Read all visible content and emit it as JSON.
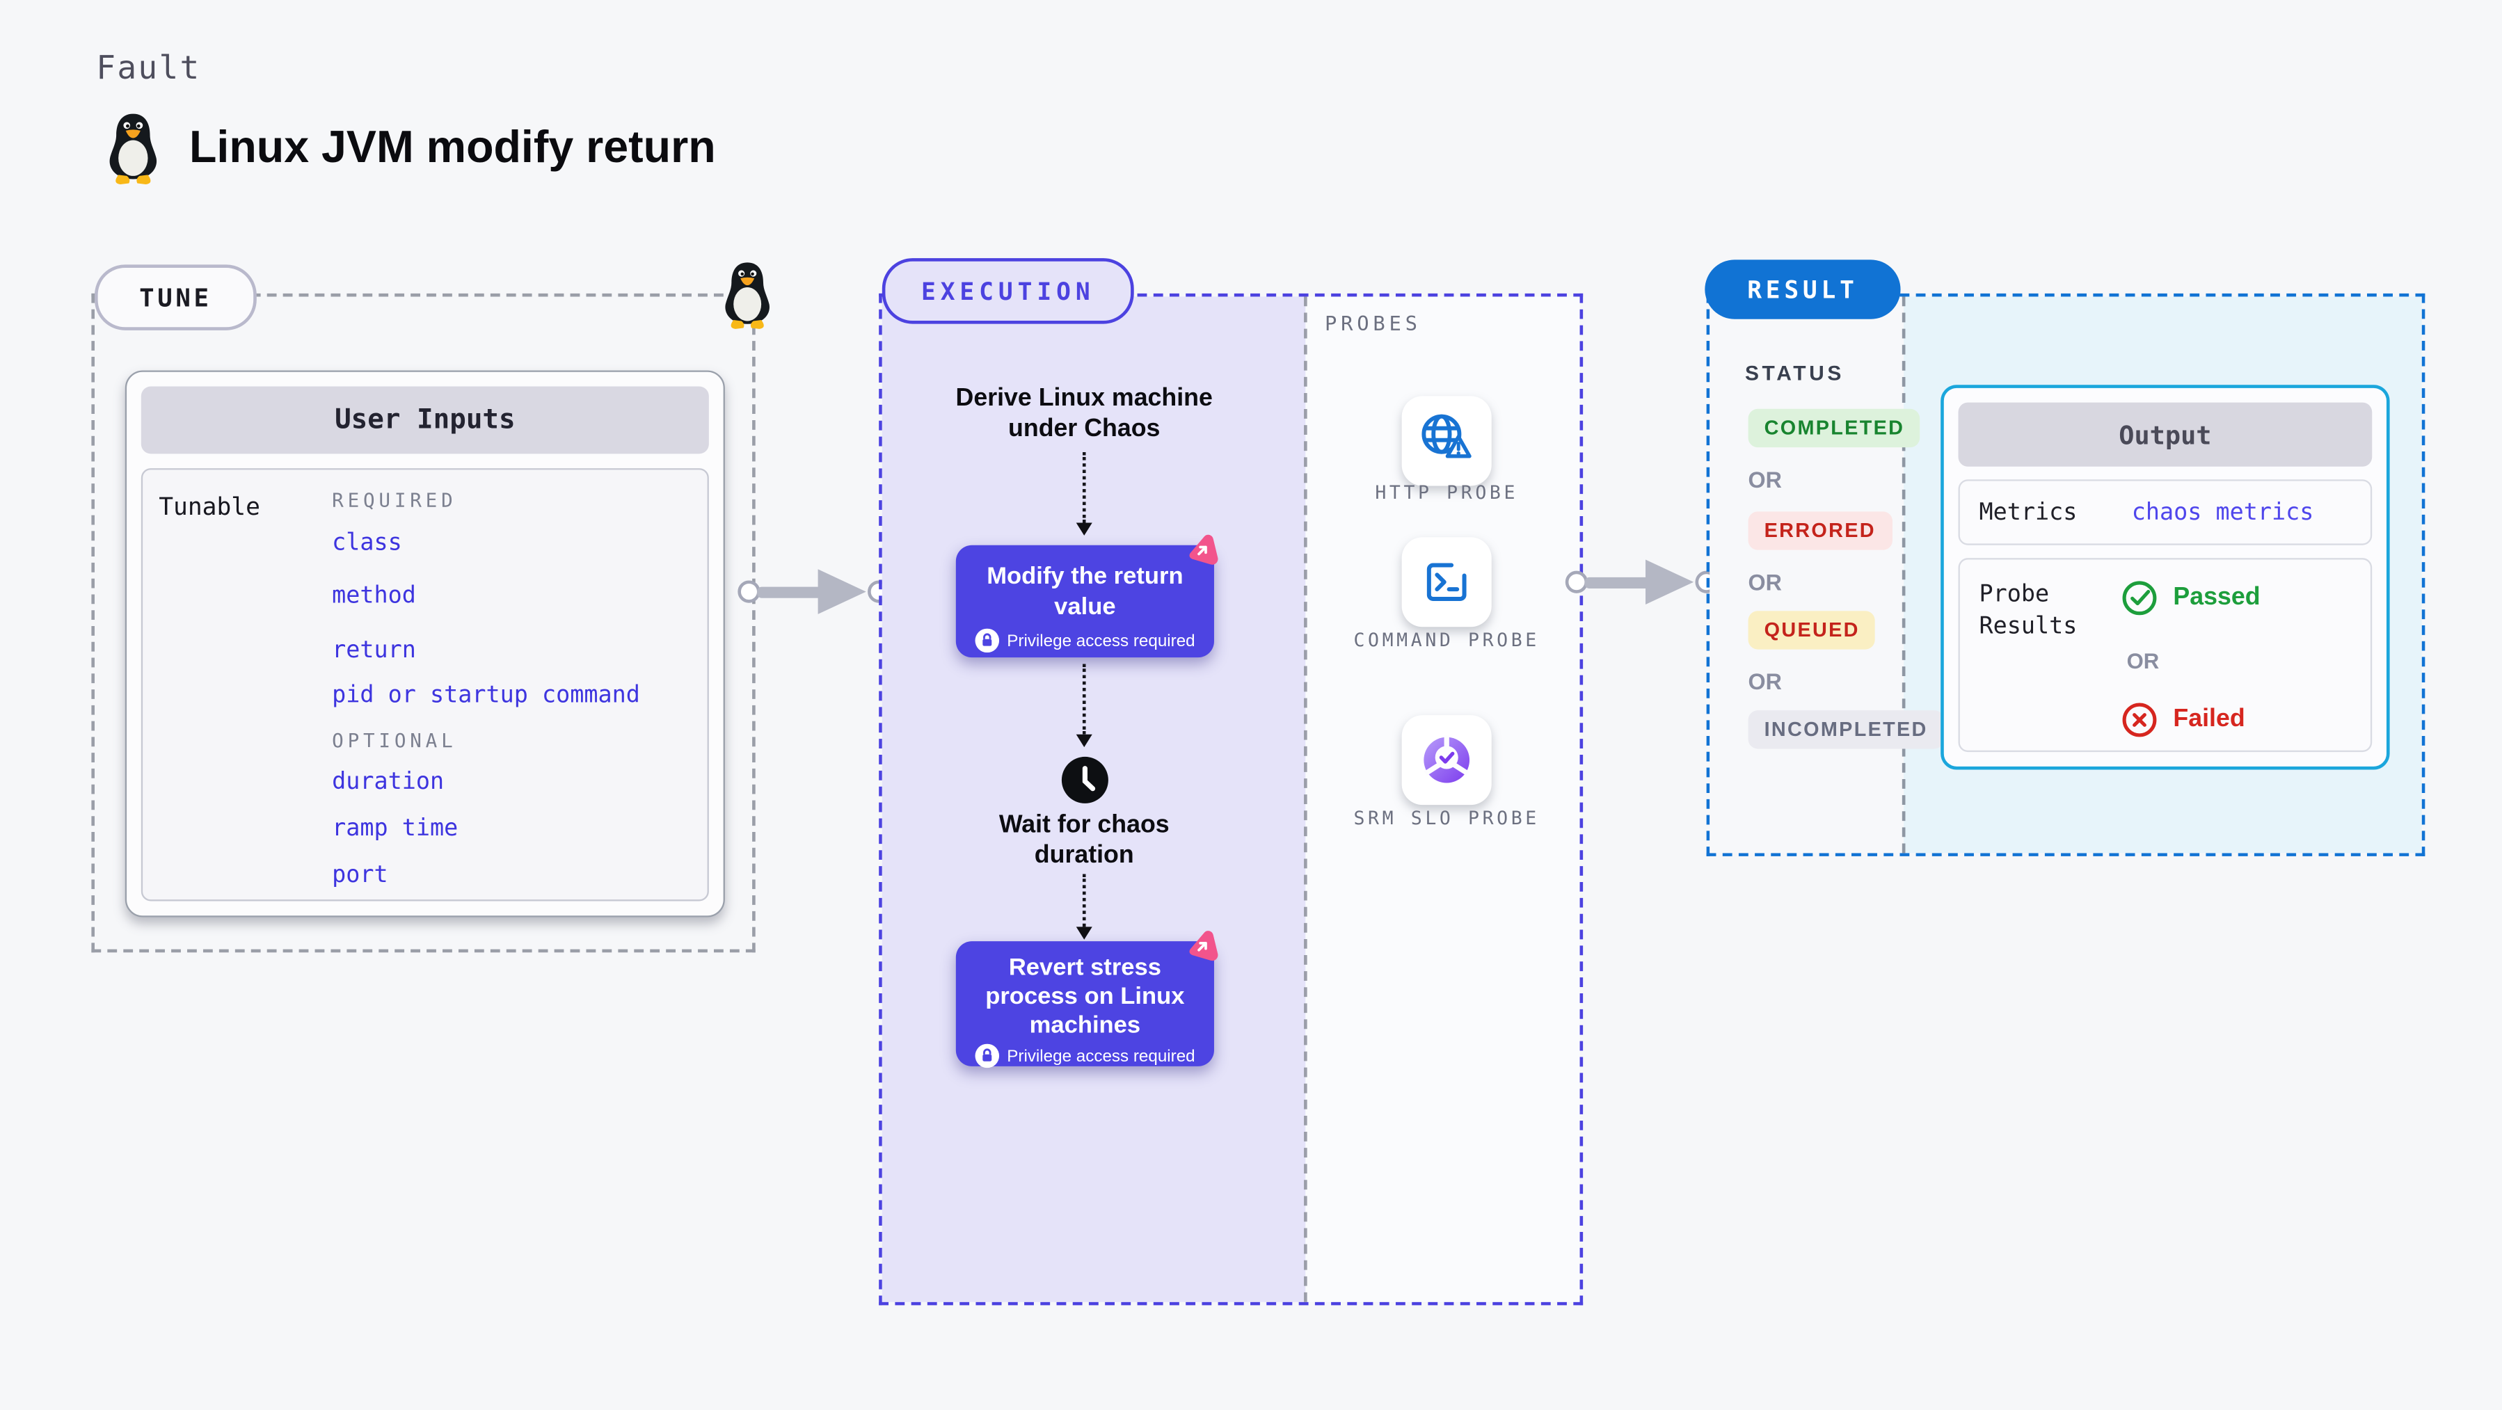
{
  "page": {
    "kicker": "Fault",
    "title": "Linux JVM modify return"
  },
  "tune": {
    "pill": "TUNE",
    "user_inputs": {
      "header": "User Inputs",
      "row_label": "Tunable",
      "required_label": "REQUIRED",
      "required": [
        "class",
        "method",
        "return",
        "pid or startup command"
      ],
      "optional_label": "OPTIONAL",
      "optional": [
        "duration",
        "ramp time",
        "port"
      ]
    }
  },
  "execution": {
    "pill": "EXECUTION",
    "derive_text": "Derive Linux machine under Chaos",
    "modify_title": "Modify the return value",
    "privilege_badge": "Privilege access required",
    "wait_text": "Wait for chaos duration",
    "revert_title": "Revert stress process on Linux machines"
  },
  "probes": {
    "label": "PROBES",
    "items": [
      {
        "name": "HTTP PROBE",
        "icon": "globe-alert-icon"
      },
      {
        "name": "COMMAND PROBE",
        "icon": "terminal-icon"
      },
      {
        "name": "SRM SLO PROBE",
        "icon": "slo-pie-check-icon"
      }
    ]
  },
  "result": {
    "pill": "RESULT",
    "status_header": "STATUS",
    "or_label": "OR",
    "badges": [
      {
        "label": "COMPLETED",
        "style": "green"
      },
      {
        "label": "ERRORED",
        "style": "red"
      },
      {
        "label": "QUEUED",
        "style": "yellow"
      },
      {
        "label": "INCOMPLETED",
        "style": "gray"
      }
    ],
    "output": {
      "header": "Output",
      "metrics_label": "Metrics",
      "metrics_value": "chaos metrics",
      "probe_results_label": "Probe Results",
      "passed_label": "Passed",
      "or_label": "OR",
      "failed_label": "Failed"
    }
  },
  "colors": {
    "indigo_action": "#4D44E2",
    "execution_border": "#4C42E0",
    "lavender_fill": "#E5E3F9",
    "result_blue": "#1173D4",
    "output_cyan": "#1BA6DC",
    "light_blue_fill": "#E7F4FA",
    "probe_icon_blue": "#1873D3",
    "srm_purple": "#7C3BED",
    "chaos_pink": "#F2548C",
    "link_blue": "#3D34DF",
    "metrics_link_blue": "#4F46EC",
    "completed_text": "#18842F",
    "completed_bg": "#DDF2DC",
    "errored_text": "#C4231B",
    "errored_bg": "#FBE6E6",
    "queued_bg": "#FAEFC3",
    "incompleted_bg": "#EAEAF0",
    "incompleted_text": "#676C80",
    "passed_green": "#1D9E3C",
    "failed_red": "#D6261F"
  }
}
